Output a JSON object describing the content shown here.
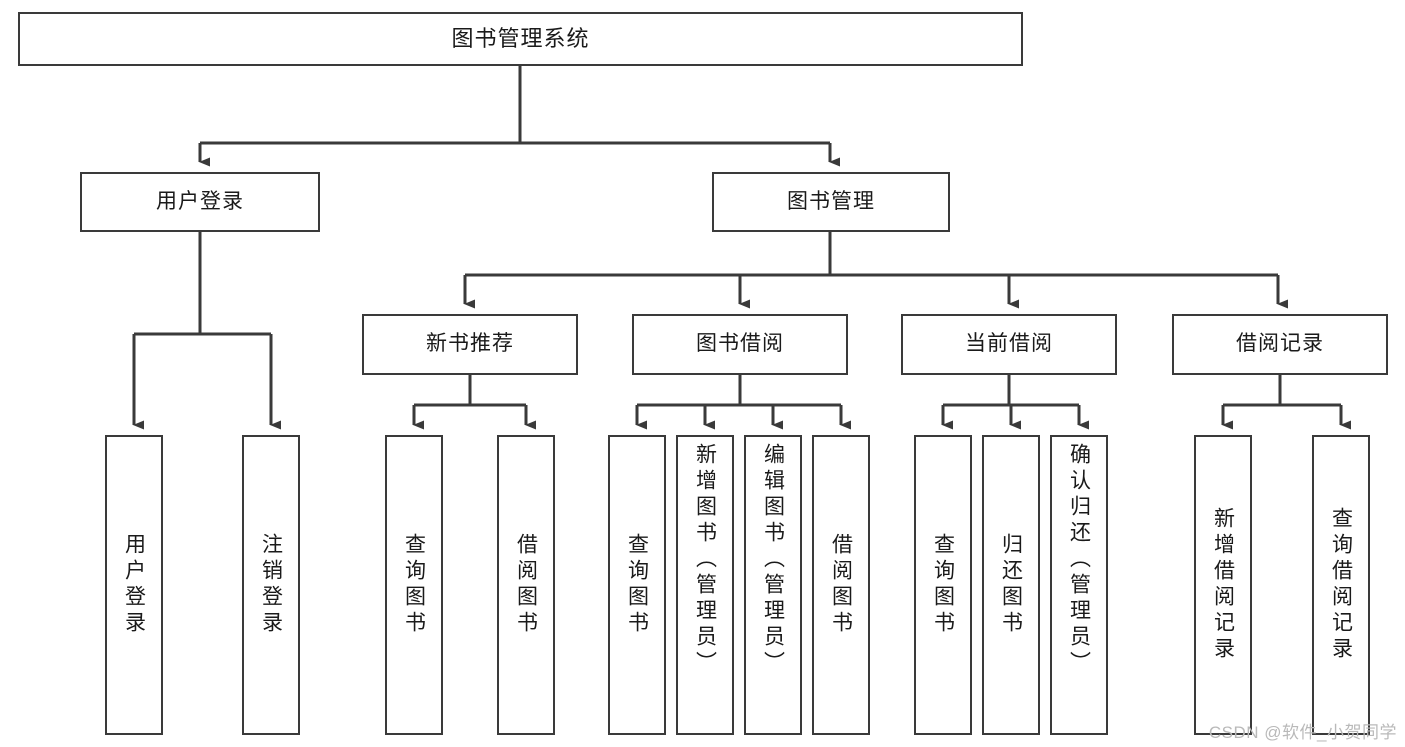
{
  "diagram": {
    "title": "图书管理系统",
    "type": "tree-hierarchy-diagram",
    "watermark": "CSDN @软件_小贺同学",
    "nodes": {
      "root": {
        "label": "图书管理系统"
      },
      "level1": [
        {
          "label": "用户登录"
        },
        {
          "label": "图书管理"
        }
      ],
      "level2": [
        {
          "label": "新书推荐"
        },
        {
          "label": "图书借阅"
        },
        {
          "label": "当前借阅"
        },
        {
          "label": "借阅记录"
        }
      ],
      "leaves": {
        "user_login": [
          {
            "label": "用户登录"
          },
          {
            "label": "注销登录"
          }
        ],
        "new_book_recommend": [
          {
            "label": "查询图书"
          },
          {
            "label": "借阅图书"
          }
        ],
        "book_borrow": [
          {
            "label": "查询图书"
          },
          {
            "label": "新增图书（管理员）"
          },
          {
            "label": "编辑图书（管理员）"
          },
          {
            "label": "借阅图书"
          }
        ],
        "current_borrow": [
          {
            "label": "查询图书"
          },
          {
            "label": "归还图书"
          },
          {
            "label": "确认归还（管理员）"
          }
        ],
        "borrow_record": [
          {
            "label": "新增借阅记录"
          },
          {
            "label": "查询借阅记录"
          }
        ]
      }
    },
    "colors": {
      "stroke": "#3a3a3a",
      "fill": "#ffffff",
      "text": "#1a1a1a",
      "watermark": "#b9b9b9"
    }
  }
}
